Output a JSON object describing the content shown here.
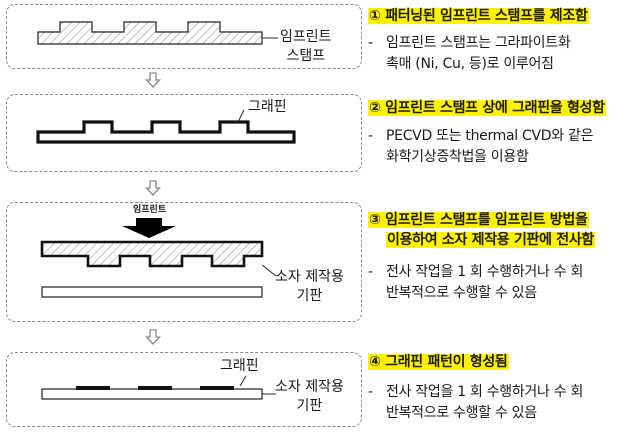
{
  "steps": [
    {
      "title": "① 패터닝된 임프린트 스탬프를 제조함",
      "description": [
        "임프린트 스탬프는 그라파이트화",
        "촉매 (Ni, Cu, 등)로 이루어짐"
      ],
      "labels": {
        "stamp": [
          "임프린트",
          "스탬프"
        ]
      }
    },
    {
      "title": "② 임프린트 스탬프 상에 그래핀을 형성함",
      "description": [
        "PECVD 또는 thermal CVD와 같은",
        "화학기상증착법을 이용함"
      ],
      "labels": {
        "graphene": "그래핀"
      }
    },
    {
      "title": [
        "③ 임프린트 스탬프를 임프린트 방법을",
        "이용하여 소자 제작용 기판에 전사함"
      ],
      "description": [
        "전사 작업을 1 회 수행하거나 수 회",
        "반복적으로 수행할 수 있음"
      ],
      "labels": {
        "imprint": "임프린트",
        "substrate": [
          "소자 제작용",
          "기판"
        ]
      }
    },
    {
      "title": "④ 그래핀 패턴이 형성됨",
      "description": [
        "전사 작업을 1 회 수행하거나 수 회",
        "반복적으로 수행할 수 있음"
      ],
      "labels": {
        "graphene": "그래핀",
        "substrate": [
          "소자 제작용",
          "기판"
        ]
      }
    }
  ],
  "colors": {
    "highlight": "#fff200",
    "box_border": "#8a8a8a",
    "stroke": "#222222",
    "hatch": "#9a9a9a",
    "graphene": "#111111"
  }
}
